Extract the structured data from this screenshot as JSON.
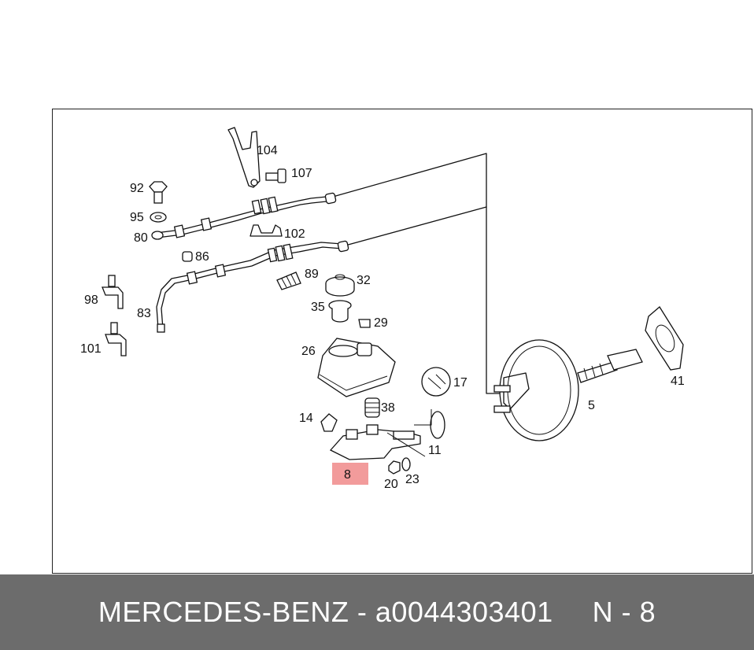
{
  "diagram": {
    "part_numbers": [
      "104",
      "107",
      "92",
      "95",
      "80",
      "102",
      "86",
      "89",
      "32",
      "98",
      "83",
      "35",
      "29",
      "101",
      "26",
      "17",
      "5",
      "41",
      "14",
      "38",
      "11",
      "8",
      "20",
      "23"
    ],
    "highlight_color": "#f08a8a"
  },
  "footer": {
    "brand": "MERCEDES-BENZ",
    "separator": "-",
    "part_number": "a0044303401",
    "position": "N - 8",
    "background": "#6c6c6c"
  }
}
